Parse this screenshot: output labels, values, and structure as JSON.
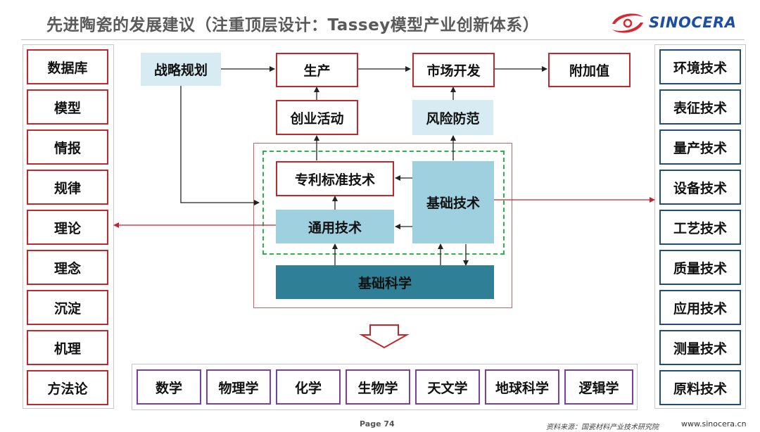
{
  "header": {
    "title": "先进陶瓷的发展建议（注重顶层设计：Tassey模型产业创新体系）",
    "logo_text": "SINOCERA"
  },
  "left_column": [
    "数据库",
    "模型",
    "情报",
    "规律",
    "理论",
    "理念",
    "沉淀",
    "机理",
    "方法论"
  ],
  "right_column": [
    "环境技术",
    "表征技术",
    "量产技术",
    "设备技术",
    "工艺技术",
    "质量技术",
    "应用技术",
    "测量技术",
    "原料技术"
  ],
  "bottom_row": [
    "数学",
    "物理学",
    "化学",
    "生物学",
    "天文学",
    "地球科学",
    "逻辑学"
  ],
  "flow": {
    "strategy": "战略规划",
    "production": "生产",
    "market": "市场开发",
    "value_added": "附加值",
    "entrepreneurship": "创业活动",
    "risk": "风险防范",
    "patent": "专利标准技术",
    "generic": "通用技术",
    "base_tech": "基础技术",
    "base_science": "基础科学"
  },
  "footer": {
    "page": "Page 74",
    "source": "资料来源：国瓷材料产业技术研究院",
    "url": "www.sinocera.cn"
  },
  "colors": {
    "red_border": "#c0282d",
    "navy_border": "#1f4e79",
    "purple_border": "#7a3fa0",
    "light_blue": "#d6ebf2",
    "mid_blue": "#9fd0e0",
    "dark_teal": "#2f7f96",
    "dashed_green": "#2eb34a",
    "logo_blue": "#1d4ea7",
    "logo_red": "#d9272e"
  }
}
